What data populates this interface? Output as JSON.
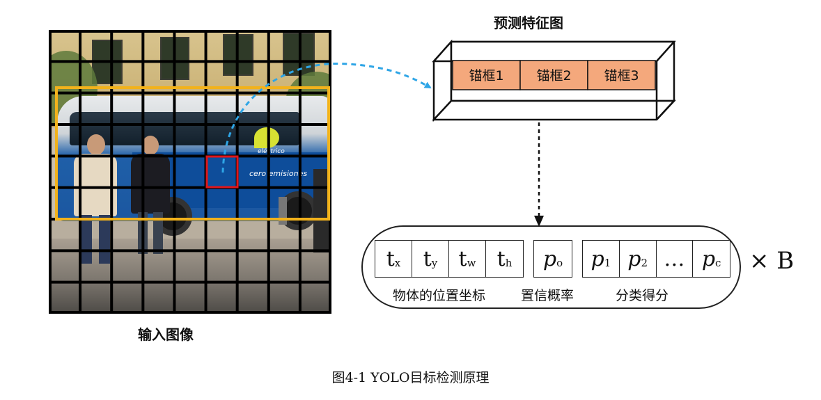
{
  "input_image": {
    "label": "输入图像",
    "grid": {
      "columns": 9,
      "rows": 9
    },
    "bus_text": "cero emisiones",
    "bus_brand": "eléctrico"
  },
  "feature_map": {
    "title": "预测特征图",
    "anchors": [
      "锚框1",
      "锚框2",
      "锚框3"
    ],
    "anchor_fill": "#f4a87c"
  },
  "output_vector": {
    "coords": [
      {
        "base": "t",
        "sub": "x"
      },
      {
        "base": "t",
        "sub": "y"
      },
      {
        "base": "t",
        "sub": "w"
      },
      {
        "base": "t",
        "sub": "h"
      }
    ],
    "confidence": {
      "base": "p",
      "sub": "o"
    },
    "classes": [
      {
        "base": "p",
        "sub": "1"
      },
      {
        "base": "p",
        "sub": "2"
      },
      {
        "base": "…",
        "sub": ""
      },
      {
        "base": "p",
        "sub": "c"
      }
    ],
    "coords_label": "物体的位置坐标",
    "confidence_label": "置信概率",
    "classes_label": "分类得分",
    "multiplier": "× B"
  },
  "colors": {
    "bounding_box": "#f2b21b",
    "selected_cell": "#e0161b",
    "arrow": "#2ea5e6"
  },
  "caption": "图4-1 YOLO目标检测原理"
}
